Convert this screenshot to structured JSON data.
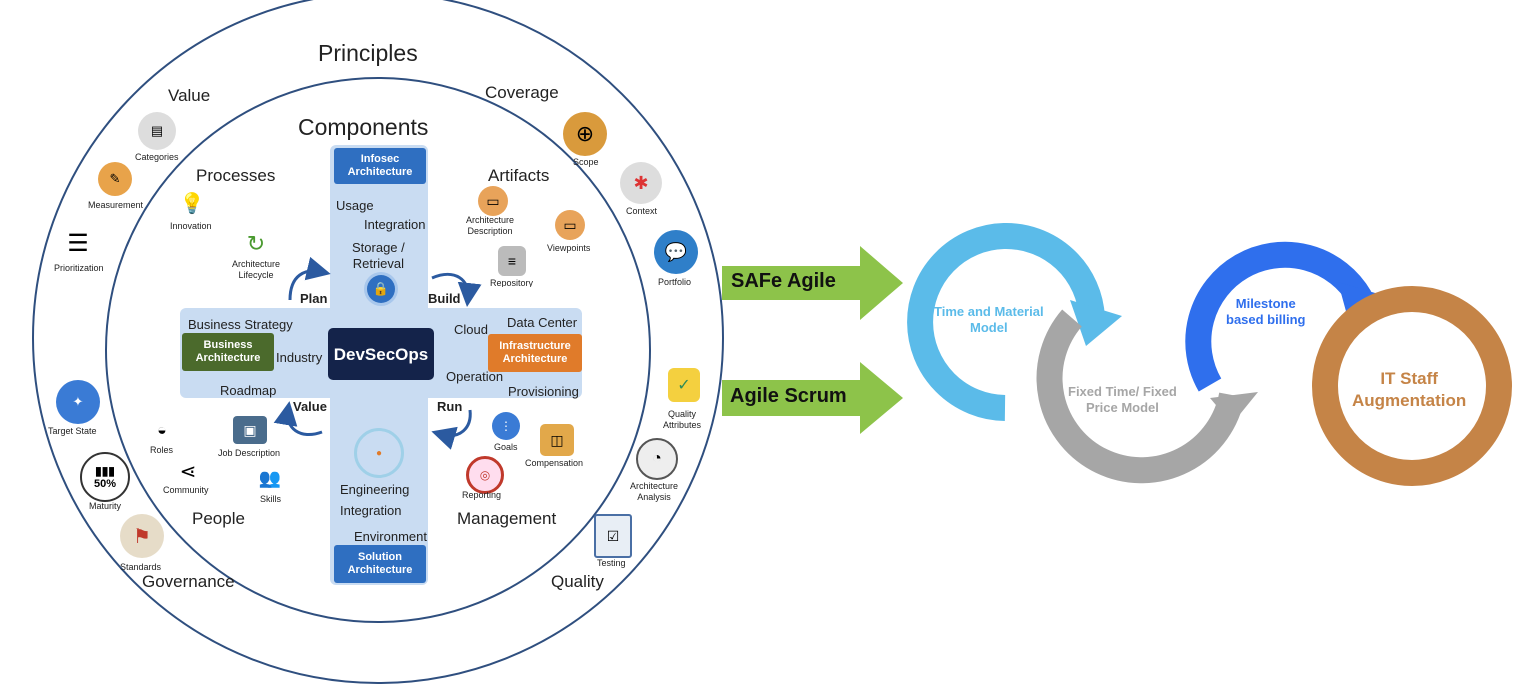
{
  "outer_ring": {
    "title": "Principles",
    "corners": {
      "value": "Value",
      "coverage": "Coverage",
      "governance": "Governance",
      "quality": "Quality"
    },
    "items": {
      "categories": "Categories",
      "measurement": "Measurement",
      "prioritization": "Prioritization",
      "target_state": "Target State",
      "maturity": "Maturity",
      "maturity_badge": "50%",
      "standards": "Standards",
      "scope": "Scope",
      "context": "Context",
      "portfolio": "Portfolio",
      "quality_attributes": "Quality\nAttributes",
      "architecture_analysis": "Architecture\nAnalysis",
      "testing": "Testing"
    }
  },
  "inner_ring": {
    "title": "Components",
    "quadrants": {
      "processes": "Processes",
      "artifacts": "Artifacts",
      "people": "People",
      "management": "Management"
    },
    "items": {
      "innovation": "Innovation",
      "architecture_lifecycle": "Architecture\nLifecycle",
      "architecture_description": "Architecture\nDescription",
      "viewpoints": "Viewpoints",
      "repository": "Repository",
      "roles": "Roles",
      "job_description": "Job Description",
      "community": "Community",
      "skills": "Skills",
      "goals": "Goals",
      "compensation": "Compensation",
      "reporting": "Reporting"
    }
  },
  "cross": {
    "center": "DevSecOps",
    "top_box": "Infosec\nArchitecture",
    "bottom_box": "Solution\nArchitecture",
    "left_box": "Business\nArchitecture",
    "right_box": "Infrastructure\nArchitecture",
    "usage": "Usage",
    "integration_top": "Integration",
    "storage": "Storage /\nRetrieval",
    "business_strategy": "Business Strategy",
    "industry": "Industry",
    "roadmap": "Roadmap",
    "cloud": "Cloud",
    "data_center": "Data Center",
    "operation": "Operation",
    "provisioning": "Provisioning",
    "engineering": "Engineering",
    "integration_bottom": "Integration",
    "environment": "Environment",
    "plan": "Plan",
    "build": "Build",
    "value": "Value",
    "run": "Run"
  },
  "arrows": [
    {
      "label": "SAFe Agile"
    },
    {
      "label": "Agile Scrum"
    }
  ],
  "models": [
    {
      "label": "Time and Material\nModel",
      "color": "#5bbbe9"
    },
    {
      "label": "Fixed Time/ Fixed\nPrice Model",
      "color": "#a6a6a6"
    },
    {
      "label": "Milestone\nbased billing",
      "color": "#2f6fed"
    },
    {
      "label": "IT Staff\nAugmentation",
      "color": "#c58447"
    }
  ],
  "colors": {
    "arrow_green": "#8dc34a",
    "cross_fill": "#c9dcf2",
    "center_box": "#14234a",
    "blue_box": "#2f6fc1",
    "green_box": "#4b6a2c",
    "orange_box": "#e07b2a",
    "flow_arrow": "#2b5aa0"
  }
}
